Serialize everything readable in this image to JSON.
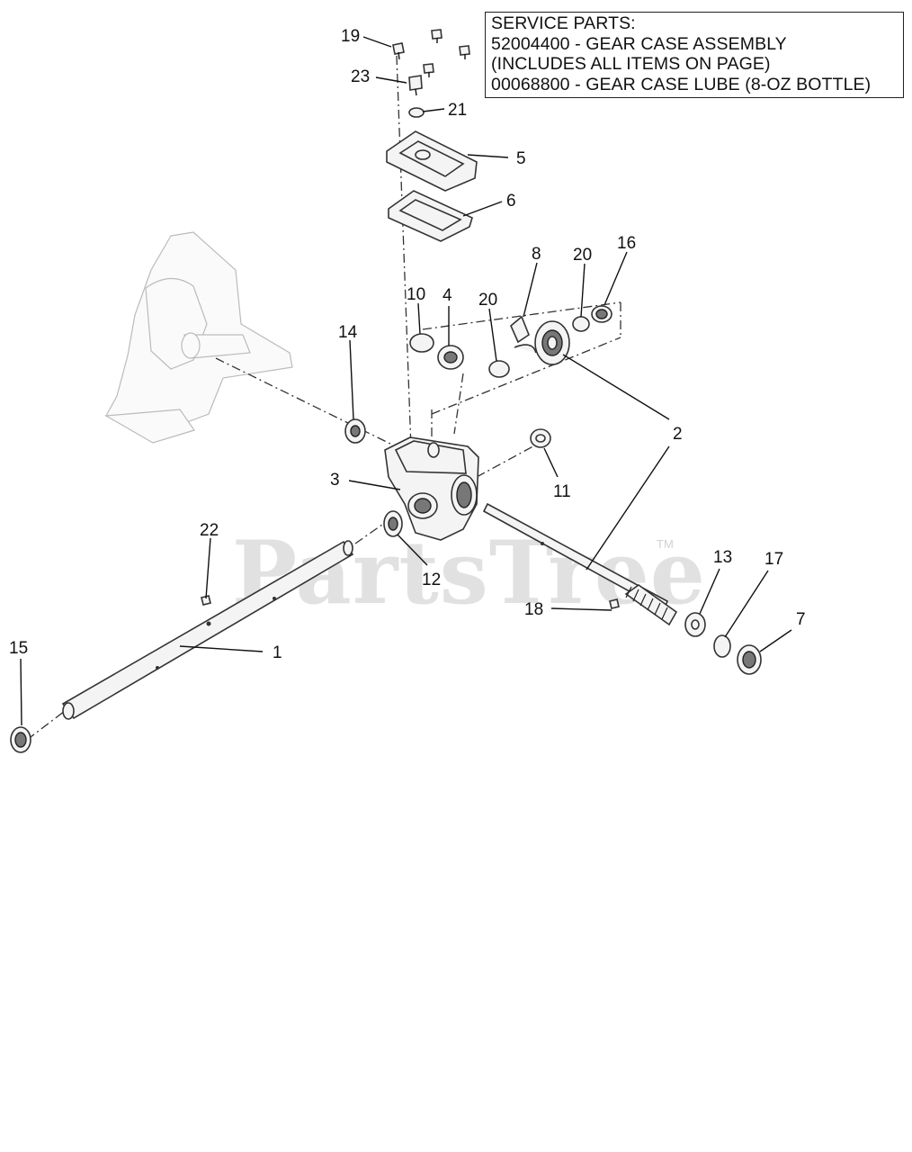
{
  "service_box": {
    "lines": [
      "SERVICE PARTS:",
      "52004400 - GEAR CASE ASSEMBLY",
      "(INCLUDES ALL ITEMS ON PAGE)",
      "00068800 - GEAR CASE LUBE (8-OZ BOTTLE)"
    ]
  },
  "callouts": {
    "c19": "19",
    "c23": "23",
    "c21": "21",
    "c5": "5",
    "c6": "6",
    "c8": "8",
    "c20a": "20",
    "c16": "16",
    "c10": "10",
    "c4": "4",
    "c20b": "20",
    "c14": "14",
    "c2": "2",
    "c3": "3",
    "c11": "11",
    "c22": "22",
    "c12": "12",
    "c13": "13",
    "c17": "17",
    "c18": "18",
    "c7": "7",
    "c15": "15",
    "c1": "1"
  },
  "watermark": {
    "text": "PartsTree",
    "tm": "TM"
  }
}
